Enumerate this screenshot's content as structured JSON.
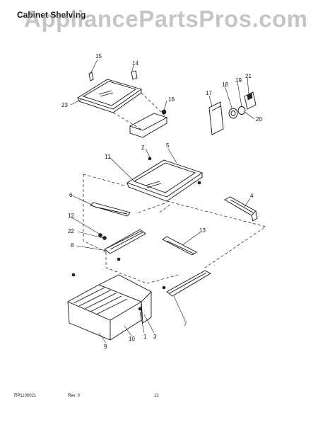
{
  "header": {
    "title": "Cabinet Shelving",
    "watermark": "AppliancePartsPros.com"
  },
  "footer": {
    "doc_code": "RP1100021",
    "revision": "Rev. 0",
    "page_number": "12"
  },
  "part_labels": [
    "15",
    "14",
    "23",
    "16",
    "17",
    "18",
    "19",
    "21",
    "20",
    "2",
    "5",
    "11",
    "4",
    "6",
    "12",
    "22",
    "13",
    "8",
    "7",
    "9",
    "10",
    "1",
    "3"
  ]
}
